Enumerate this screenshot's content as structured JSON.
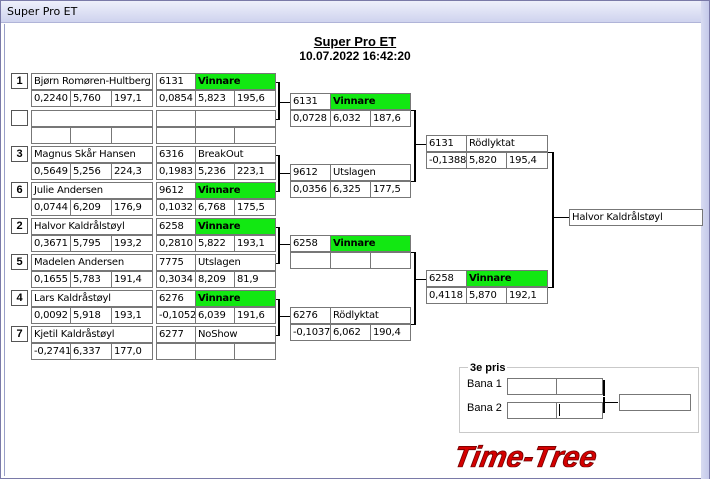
{
  "window": {
    "title": "Super Pro ET"
  },
  "header": {
    "event": "Super Pro ET",
    "datetime": "10.07.2022 16:42:20"
  },
  "round1": [
    {
      "seed": "1",
      "name": "Bjørn Romøren-Hultberg",
      "rt": "0,2240",
      "et": "5,760",
      "mph": "197,1",
      "car": "6131",
      "status": "Vinnare",
      "diff": "0,0854",
      "t2": "5,823",
      "s2": "195,6",
      "winner": true
    },
    {
      "seed": "",
      "name": "",
      "rt": "",
      "et": "",
      "mph": "",
      "car": "",
      "status": "",
      "diff": "",
      "t2": "",
      "s2": "",
      "winner": false
    },
    {
      "seed": "3",
      "name": "Magnus Skår Hansen",
      "rt": "0,5649",
      "et": "5,256",
      "mph": "224,3",
      "car": "6316",
      "status": "BreakOut",
      "diff": "0,1983",
      "t2": "5,236",
      "s2": "223,1",
      "winner": false
    },
    {
      "seed": "6",
      "name": "Julie Andersen",
      "rt": "0,0744",
      "et": "6,209",
      "mph": "176,9",
      "car": "9612",
      "status": "Vinnare",
      "diff": "0,1032",
      "t2": "6,768",
      "s2": "175,5",
      "winner": true
    },
    {
      "seed": "2",
      "name": "Halvor Kaldrålstøyl",
      "rt": "0,3671",
      "et": "5,795",
      "mph": "193,2",
      "car": "6258",
      "status": "Vinnare",
      "diff": "0,2810",
      "t2": "5,822",
      "s2": "193,1",
      "winner": true
    },
    {
      "seed": "5",
      "name": "Madelen Andersen",
      "rt": "0,1655",
      "et": "5,783",
      "mph": "191,4",
      "car": "7775",
      "status": "Utslagen",
      "diff": "0,3034",
      "t2": "8,209",
      "s2": "81,9",
      "winner": false
    },
    {
      "seed": "4",
      "name": "Lars Kaldråstøyl",
      "rt": "0,0092",
      "et": "5,918",
      "mph": "193,1",
      "car": "6276",
      "status": "Vinnare",
      "diff": "-0,1052",
      "t2": "6,039",
      "s2": "191,6",
      "winner": true
    },
    {
      "seed": "7",
      "name": "Kjetil Kaldråstøyl",
      "rt": "-0,2741",
      "et": "6,337",
      "mph": "177,0",
      "car": "6277",
      "status": "NoShow",
      "diff": "",
      "t2": "",
      "s2": "",
      "winner": false
    }
  ],
  "round2": [
    {
      "car": "6131",
      "status": "Vinnare",
      "rt": "0,0728",
      "et": "6,032",
      "mph": "187,6",
      "winner": true
    },
    {
      "car": "9612",
      "status": "Utslagen",
      "rt": "0,0356",
      "et": "6,325",
      "mph": "177,5",
      "winner": false
    },
    {
      "car": "6258",
      "status": "Vinnare",
      "rt": "",
      "et": "",
      "mph": "",
      "winner": true
    },
    {
      "car": "6276",
      "status": "Rödlyktat",
      "rt": "-0,1037",
      "et": "6,062",
      "mph": "190,4",
      "winner": false
    }
  ],
  "round3": [
    {
      "car": "6131",
      "status": "Rödlyktat",
      "rt": "-0,1388",
      "et": "5,820",
      "mph": "195,4",
      "winner": false
    },
    {
      "car": "6258",
      "status": "Vinnare",
      "rt": "0,4118",
      "et": "5,870",
      "mph": "192,1",
      "winner": true
    }
  ],
  "final": {
    "name": "Halvor Kaldrålstøyl"
  },
  "third_prize": {
    "title": "3e pris",
    "lane1": "Bana 1",
    "lane2": "Bana 2"
  },
  "logo": {
    "text": "Time-Tree"
  },
  "colors": {
    "winner": "#12e812",
    "logo": "#d40000"
  }
}
